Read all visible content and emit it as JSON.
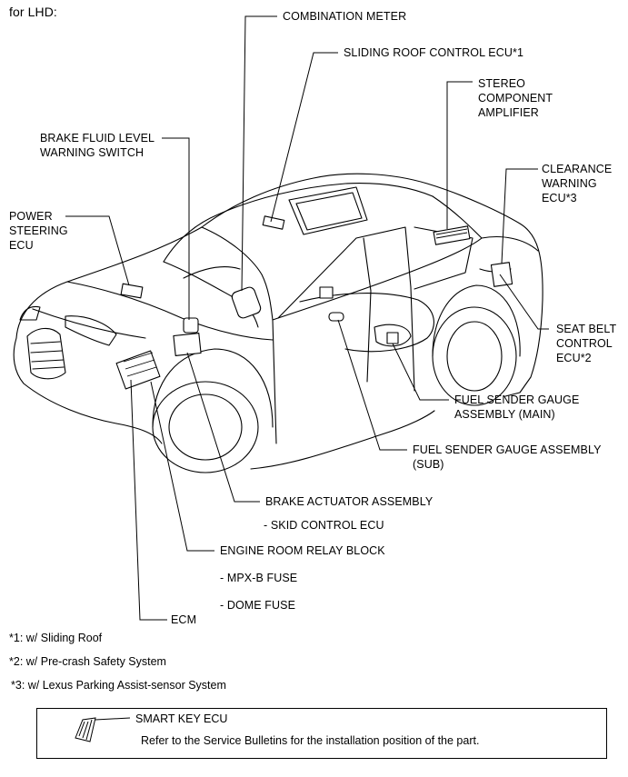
{
  "heading": "for LHD:",
  "labels": {
    "combination_meter": "COMBINATION METER",
    "sliding_roof_ecu": "SLIDING ROOF CONTROL ECU*1",
    "stereo_amplifier": "STEREO\nCOMPONENT\nAMPLIFIER",
    "brake_fluid_switch": "BRAKE FLUID LEVEL\nWARNING SWITCH",
    "clearance_warning_ecu": "CLEARANCE\nWARNING\nECU*3",
    "power_steering_ecu": "POWER\nSTEERING\nECU",
    "seat_belt_ecu": "SEAT BELT\nCONTROL\nECU*2",
    "fuel_sender_main": "FUEL SENDER GAUGE\nASSEMBLY (MAIN)",
    "fuel_sender_sub": "FUEL SENDER GAUGE ASSEMBLY\n(SUB)",
    "brake_actuator": "BRAKE ACTUATOR ASSEMBLY",
    "skid_control_ecu": "- SKID CONTROL ECU",
    "engine_room_relay": "ENGINE ROOM RELAY BLOCK",
    "mpx_b_fuse": "- MPX-B FUSE",
    "dome_fuse": "- DOME FUSE",
    "ecm": "ECM"
  },
  "notes": [
    "*1: w/ Sliding Roof",
    "*2: w/ Pre-crash Safety System",
    "*3: w/ Lexus Parking Assist-sensor System"
  ],
  "info_box": {
    "title": "SMART KEY ECU",
    "text": "Refer to the Service Bulletins for the installation position of the part."
  }
}
